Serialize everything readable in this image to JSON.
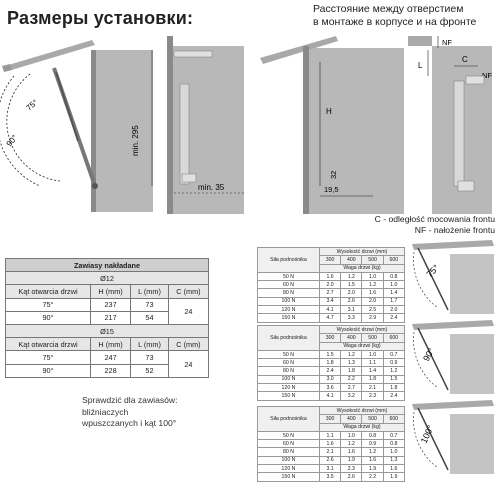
{
  "title": "Размеры установки:",
  "subtitle": [
    "Расстояние между отверстием",
    "в монтаже в корпусе и на фронте"
  ],
  "diagram_labels": {
    "angle_90": "90°",
    "angle_75": "75°",
    "min_295": "min. 295",
    "min_35": "min. 35",
    "h": "H",
    "l": "L",
    "c": "C",
    "nf": "NF",
    "d32": "32",
    "d195": "19,5",
    "fan_75": "75°",
    "fan_90": "90°",
    "fan_100": "100°"
  },
  "legend": [
    "C - odległość mocowania frontu",
    "NF - nałożenie frontu"
  ],
  "hinge_table": {
    "title": "Zawiasy nakładane",
    "groups": [
      {
        "diameter": "Ø12",
        "header": [
          "Kąt otwarcia drzwi",
          "H (mm)",
          "L (mm)",
          "C (mm)"
        ],
        "rows": [
          [
            "75°",
            "237",
            "73"
          ],
          [
            "90°",
            "217",
            "54"
          ]
        ],
        "c": "24"
      },
      {
        "diameter": "Ø15",
        "header": [
          "Kąt otwarcia drzwi",
          "H (mm)",
          "L (mm)",
          "C (mm)"
        ],
        "rows": [
          [
            "75°",
            "247",
            "73"
          ],
          [
            "90°",
            "228",
            "52"
          ]
        ],
        "c": "24"
      }
    ]
  },
  "note": [
    "Sprawdzić dla zawiasów:",
    "bliźniaczych",
    "wpuszczanych i kąt 100°"
  ],
  "force_tables": [
    {
      "angle": "75°",
      "rows": [
        [
          "50 N",
          "1.6",
          "1.2",
          "1.0",
          "0.8"
        ],
        [
          "60 N",
          "2.0",
          "1.5",
          "1.2",
          "1.0"
        ],
        [
          "80 N",
          "2.7",
          "2.0",
          "1.6",
          "1.4"
        ],
        [
          "100 N",
          "3.4",
          "2.6",
          "2.0",
          "1.7"
        ],
        [
          "120 N",
          "4.1",
          "3.1",
          "2.5",
          "2.0"
        ],
        [
          "150 N",
          "4.7",
          "3.3",
          "2.9",
          "2.4"
        ]
      ]
    },
    {
      "angle": "90°",
      "rows": [
        [
          "50 N",
          "1.5",
          "1.2",
          "1.0",
          "0.7"
        ],
        [
          "60 N",
          "1.8",
          "1.3",
          "1.1",
          "0.9"
        ],
        [
          "80 N",
          "2.4",
          "1.8",
          "1.4",
          "1.2"
        ],
        [
          "100 N",
          "3.0",
          "2.2",
          "1.8",
          "1.5"
        ],
        [
          "120 N",
          "3.6",
          "2.7",
          "2.1",
          "1.8"
        ],
        [
          "150 N",
          "4.1",
          "3.2",
          "2.3",
          "2.4"
        ]
      ]
    },
    {
      "angle": "100°",
      "rows": [
        [
          "50 N",
          "1.1",
          "1.0",
          "0.8",
          "0.7"
        ],
        [
          "60 N",
          "1.6",
          "1.2",
          "0.9",
          "0.8"
        ],
        [
          "80 N",
          "2.1",
          "1.6",
          "1.2",
          "1.0"
        ],
        [
          "100 N",
          "2.6",
          "1.9",
          "1.6",
          "1.3"
        ],
        [
          "120 N",
          "3.1",
          "2.3",
          "1.9",
          "1.6"
        ],
        [
          "150 N",
          "3.5",
          "2.6",
          "2.2",
          "1.9"
        ]
      ]
    }
  ],
  "force_header": {
    "force": "Siła podnośnika",
    "width": "Wysokość drzwi (mm)",
    "weight": "Waga drzwi (kg)",
    "cols": [
      "300",
      "400",
      "500",
      "600"
    ]
  }
}
